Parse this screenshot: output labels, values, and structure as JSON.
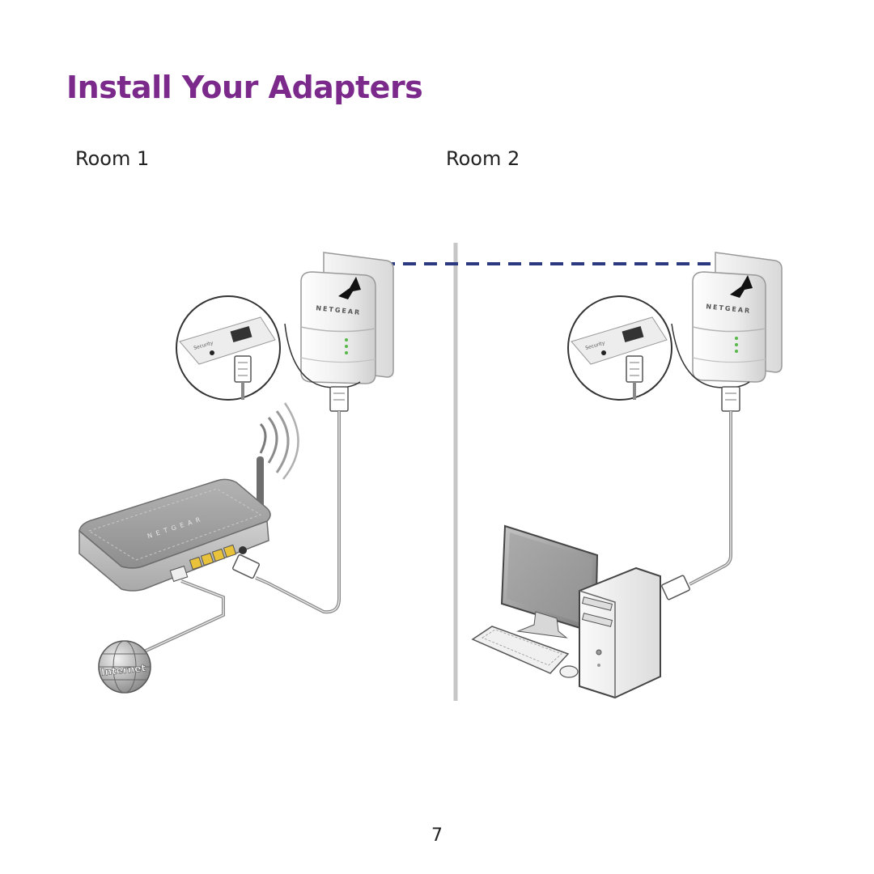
{
  "page": {
    "title": "Install Your Adapters",
    "page_number": "7"
  },
  "rooms": [
    {
      "label": "Room 1"
    },
    {
      "label": "Room 2"
    }
  ],
  "devices": {
    "adapter_brand": "NETGEAR",
    "router_brand": "NETGEAR",
    "globe_label": "Internet",
    "security_label": "Security"
  },
  "colors": {
    "title": "#7b2a8c",
    "powerline_link": "#2b3a80",
    "divider": "#c6c6c6",
    "cable": "#8a8a8a",
    "router_body": "#9a9a9a"
  }
}
